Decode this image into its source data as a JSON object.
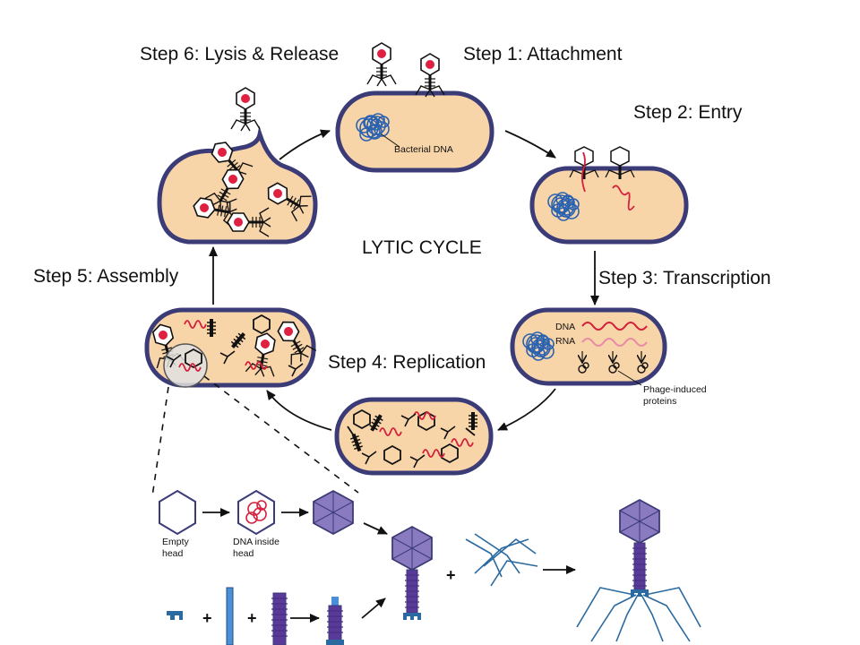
{
  "labels": {
    "step1": "Step 1: Attachment",
    "step2": "Step 2: Entry",
    "step3": "Step 3: Transcription",
    "step4": "Step 4: Replication",
    "step5": "Step 5: Assembly",
    "step6": "Step 6: Lysis & Release",
    "center": "LYTIC CYCLE",
    "bacterial_dna": "Bacterial DNA",
    "dna": "DNA",
    "rna": "RNA",
    "phage_proteins_line1": "Phage-induced",
    "phage_proteins_line2": "proteins",
    "empty_head_line1": "Empty",
    "empty_head_line2": "head",
    "dna_head_line1": "DNA inside",
    "dna_head_line2": "head",
    "plus": "+"
  },
  "colors": {
    "cell_fill": "#f8d5a8",
    "cell_border": "#3b3b78",
    "bacterial_dna": "#2a62b0",
    "phage_dna": "#d4203c",
    "phage_head": "#8a7ac0",
    "phage_tail": "#5a3a98",
    "tail_fiber": "#2a6aa0"
  }
}
